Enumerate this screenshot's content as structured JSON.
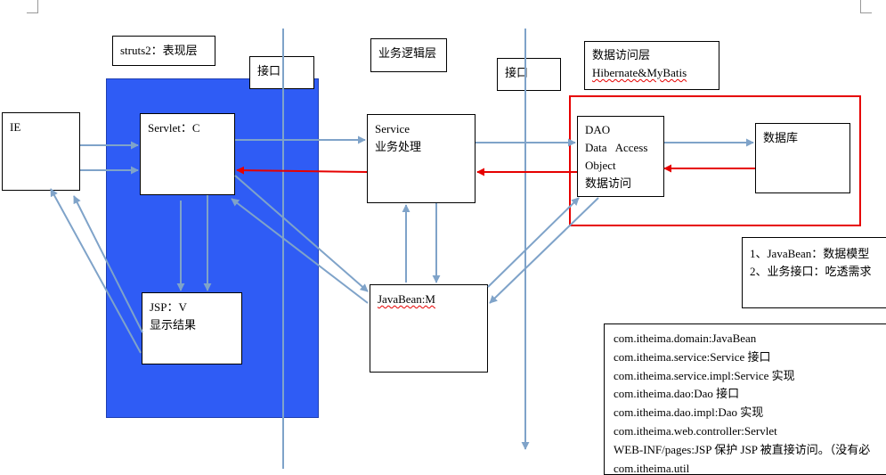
{
  "labels": {
    "presentation_layer": "struts2：表现层",
    "business_layer": "业务逻辑层",
    "data_access_layer_line1": "数据访问层",
    "data_access_layer_line2": "Hibernate&MyBatis",
    "interface_left": "接口",
    "interface_right": "接口"
  },
  "nodes": {
    "ie": "IE",
    "servlet": "Servlet：C",
    "jsp_line1": "JSP：V",
    "jsp_line2": "显示结果",
    "service_line1": "Service",
    "service_line2": "业务处理",
    "javabean": "JavaBean:M",
    "dao_line1": "DAO",
    "dao_line2": "Data   Access",
    "dao_line3": "Object",
    "dao_line4": "数据访问",
    "database": "数据库"
  },
  "notes": {
    "javabean_note": "1、JavaBean：数据模型",
    "interface_note": "2、业务接口：吃透需求"
  },
  "packages": [
    "com.itheima.domain:JavaBean",
    "com.itheima.service:Service 接口",
    "com.itheima.service.impl:Service 实现",
    "com.itheima.dao:Dao 接口",
    "com.itheima.dao.impl:Dao 实现",
    "com.itheima.web.controller:Servlet",
    "WEB-INF/pages:JSP 保护 JSP 被直接访问。（没有必",
    "com.itheima.util"
  ],
  "colors": {
    "presentation_layer_fill": "#2f5cf5",
    "arrow_blue": "#7fa3c9",
    "arrow_red": "#e60000",
    "data_layer_border": "#e60000"
  }
}
